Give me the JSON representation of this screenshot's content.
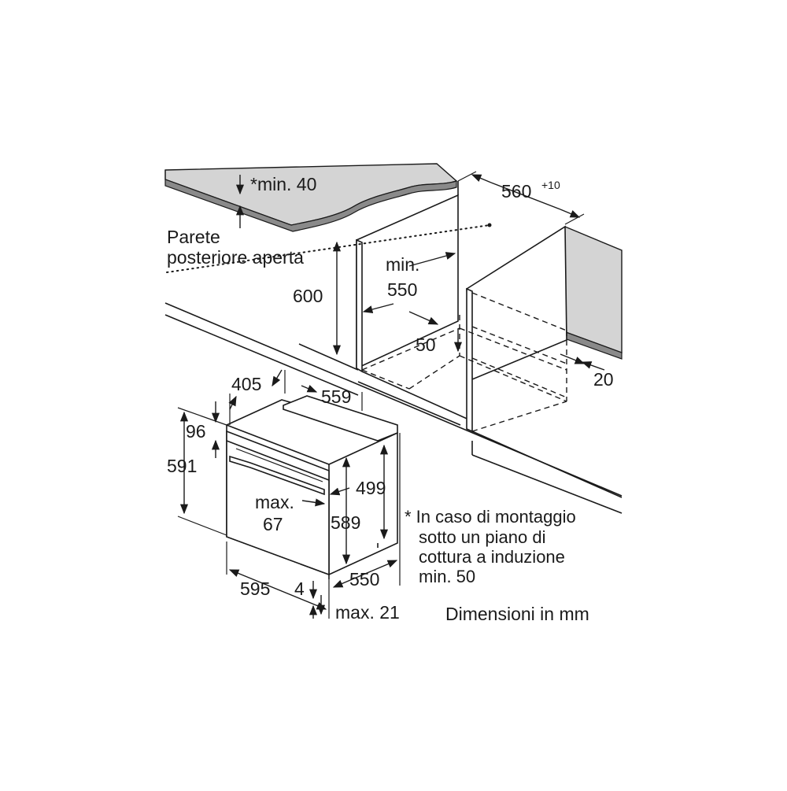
{
  "diagram": {
    "labels": {
      "countertop_min": "*min. 40",
      "rear_wall_line1": "Parete",
      "rear_wall_line2": "posteriore aperta",
      "niche_width": "560",
      "niche_width_tol": "+10",
      "niche_min_label": "min.",
      "niche_min_value": "550",
      "niche_height": "600",
      "gap_50": "50",
      "gap_20": "20",
      "dim_405": "405",
      "dim_559": "559",
      "dim_96": "96",
      "dim_591": "591",
      "dim_499": "499",
      "dim_589": "589",
      "max_label": "max.",
      "max_67": "67",
      "dim_595": "595",
      "dim_4": "4",
      "dim_550": "550",
      "max_21": "max. 21"
    },
    "footnote": {
      "line1": "* In caso di montaggio",
      "line2": "sotto un piano di",
      "line3": "cottura a induzione",
      "line4": "min. 50"
    },
    "units": "Dimensioni in mm"
  }
}
